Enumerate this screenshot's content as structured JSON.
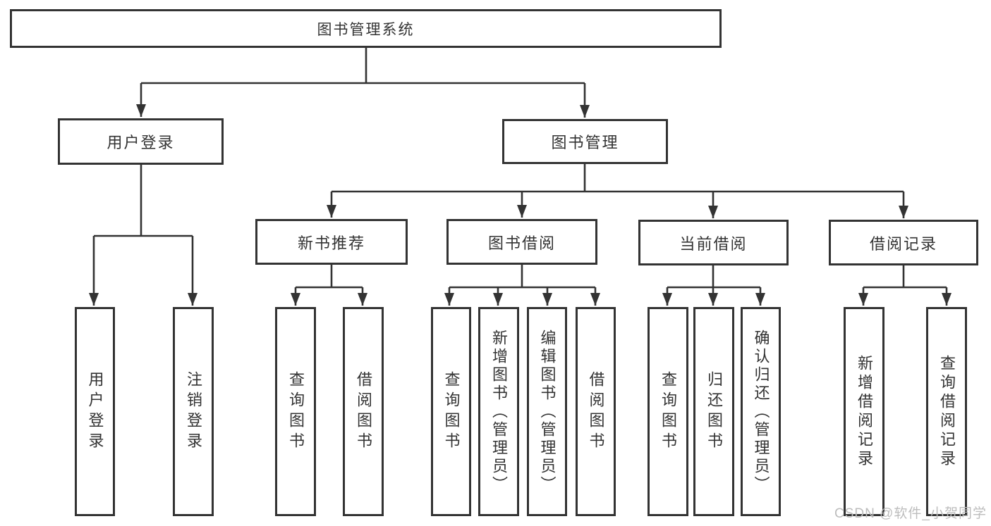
{
  "tree": {
    "root": "图书管理系统",
    "user_login": {
      "label": "用户登录",
      "children": [
        "用户登录",
        "注销登录"
      ]
    },
    "book_management": {
      "label": "图书管理",
      "sections": [
        {
          "label": "新书推荐",
          "children": [
            "查询图书",
            "借阅图书"
          ]
        },
        {
          "label": "图书借阅",
          "children": [
            "查询图书",
            "新增图书（管理员）",
            "编辑图书（管理员）",
            "借阅图书"
          ]
        },
        {
          "label": "当前借阅",
          "children": [
            "查询图书",
            "归还图书",
            "确认归还（管理员）"
          ]
        },
        {
          "label": "借阅记录",
          "children": [
            "新增借阅记录",
            "查询借阅记录"
          ]
        }
      ]
    }
  },
  "watermark": "CSDN @软件_小贺同学",
  "colors": {
    "line": "#333333",
    "box_border": "#333333",
    "box_fill": "#ffffff",
    "text": "#333333",
    "watermark": "#bdbdbd",
    "background": "#ffffff"
  }
}
